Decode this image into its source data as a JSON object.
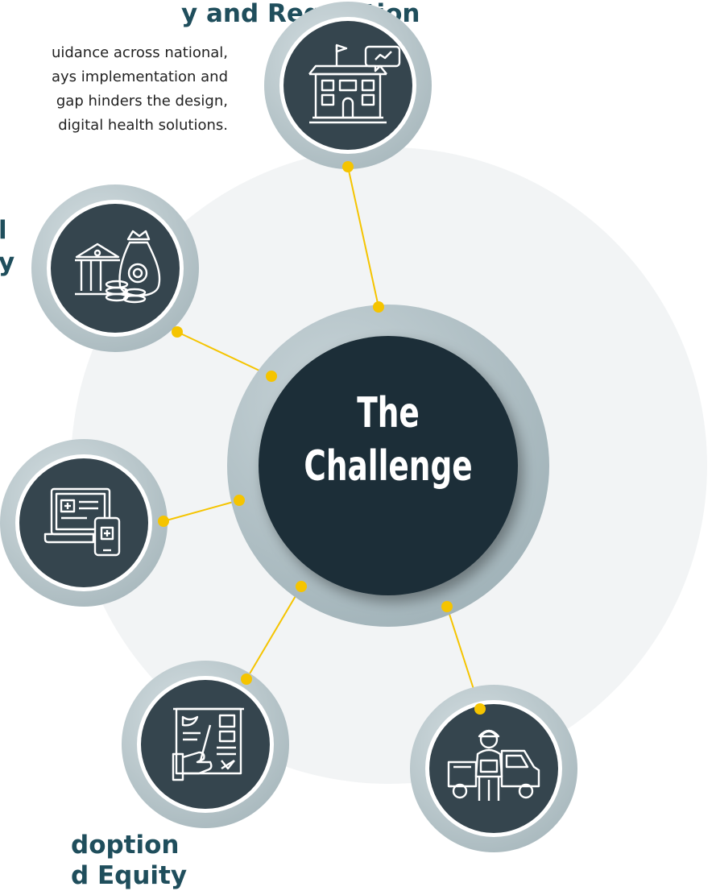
{
  "sections": [
    {
      "heading": "y and Regulation",
      "lines": [
        "uidance across national,",
        "ays implementation and",
        "gap hinders the design,",
        "digital health solutions."
      ]
    },
    {
      "heading_lines": [
        "l",
        "y"
      ]
    },
    {
      "heading_lines": [
        "doption",
        "d Equity"
      ]
    }
  ],
  "center": {
    "title_line1": "The",
    "title_line2": "Challenge"
  },
  "nodes": [
    {
      "icon": "government-building-icon"
    },
    {
      "icon": "bank-finance-icon"
    },
    {
      "icon": "digital-devices-icon"
    },
    {
      "icon": "training-board-icon"
    },
    {
      "icon": "delivery-logistics-icon"
    }
  ],
  "colors": {
    "heading": "#1f4e5c",
    "center_fill": "#1e2f38",
    "node_fill": "#35454e",
    "ring": "#b3c2c7",
    "connector": "#f5c400",
    "background_circle": "#f2f4f5"
  }
}
